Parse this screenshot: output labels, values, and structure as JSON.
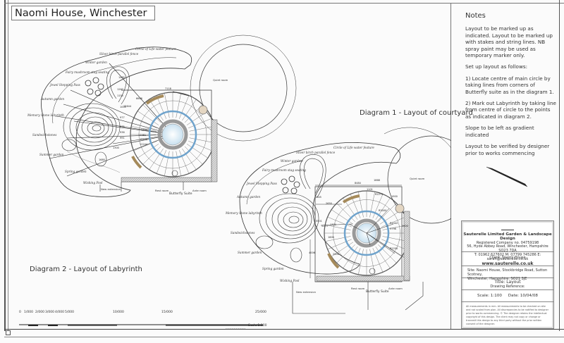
{
  "title": "Naomi House, Winchester",
  "diagrams": {
    "diagram1_label": "Diagram 1 - Layout of courtyard",
    "diagram2_label": "Diagram 2 - Layout of Labyrinth"
  },
  "plan_labels": {
    "circle_of_life": "Circle of Life water feature",
    "silver_birch": "Silver birch parallel fence",
    "winter_garden": "Winter garden",
    "fairy_mushroom": "Fairy mushroom stag seating",
    "jewel_stepping": "Jewel Stepping Pass",
    "autumn_garden": "Autumn garden",
    "memory_stone": "Memory Stone labyrinth",
    "sandwichstones": "Sandwichstones",
    "summer_garden": "Summer garden",
    "spring_garden": "Spring garden",
    "wishing_pool": "Wishing Pool",
    "new_extension": "New extension",
    "rest_room": "Rest room",
    "butterfly_suite": "Butterfly Suite",
    "ante_room": "Ante room",
    "quiet_room": "Quiet room"
  },
  "dimensions_d1": [
    "1480",
    "1267",
    "7118",
    "1155",
    "6666",
    "1005",
    "12644",
    "977",
    "975",
    "936",
    "991",
    "12581",
    "12208",
    "13047",
    "12244",
    "1300",
    "1680"
  ],
  "dimensions_d2": [
    "8484",
    "1868",
    "1101",
    "R2275",
    "1900",
    "2650",
    "R3000",
    "1645",
    "5501",
    "5275",
    "1300",
    "R1442",
    "3798",
    "1600",
    "1600",
    "R2250",
    "4006",
    "2504"
  ],
  "notes": {
    "heading": "Notes",
    "paragraphs": [
      "Layout to be marked up as indicated. Layout to be marked up with stakes and string lines. NB spray paint may be used as temporary marker only.",
      "Set up layout as follows:",
      "1) Locate centre of main circle by taking lines from corners of Butterfly suite as in the diagram 1.",
      "2) Mark out Labyrinth by taking line from centre of circle to the points as indicated in diagram 2.",
      "Slope to be left as gradient indicated",
      "Layout to be verified by designer prior to works commencing"
    ]
  },
  "title_block": {
    "company": "Sauterelle Limited Garden & Landscape Design",
    "registered": "Registered Company no. 04759198",
    "address": "56, Hyde Abbey Road, Winchester, Hampshire SO23 7DA",
    "phone": "T: 01962 627602  M: 07799 745286 E:",
    "email": "sarah@sauterelle.co.uk",
    "website": "www.sauterelle.co.uk",
    "client": "Client: Naomi House",
    "site_line1": "Site: Naomi House, Stockbridge Road, Sutton Scotney,",
    "site_line2": "Winchester, Hampshire. SO21 3JE",
    "drawing_title": "Title: Layout",
    "drawing_ref": "Drawing Reference:",
    "scale": "Scale: 1:100",
    "date": "Date: 10/04/08",
    "disclaimer": "All measurements in mm. All measurements to be checked on site and not scaled from plan. All discrepancies to be notified to designer prior to works commencing. © The designer retains the intellectual copyright of this design. The client may not copy or change or transmit this design to any third party without the prior written consent of the designer."
  },
  "scale_bar": {
    "ticks": [
      "0",
      "1/000",
      "2/000",
      "3/000",
      "4/000",
      "5/000",
      "10/000",
      "15/000",
      "25/000"
    ],
    "caption": "Scale 1:100"
  }
}
